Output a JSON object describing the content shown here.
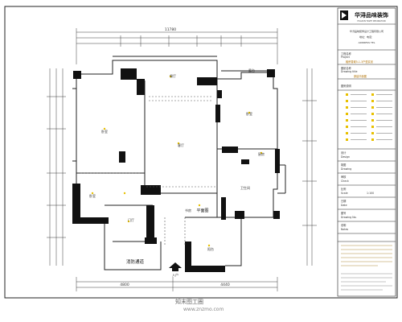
{
  "drawing": {
    "overall_dim": "11780",
    "bottom_dim_left": "4800",
    "bottom_dim_right": "4440",
    "rooms": {
      "dining": "餐厅",
      "living": "客厅",
      "bedroom1": "卧室",
      "bedroom2": "卧室",
      "bedroom3": "卧室",
      "kitchen": "厨房",
      "bath": "卫生间",
      "entry_hall": "门厅",
      "balcony_top": "露台",
      "balcony_bottom": "阳台",
      "study": "书房",
      "fireproof_passage": "消防通道",
      "flat_label": "平面图"
    },
    "entry_label": "入户"
  },
  "titleblock": {
    "logo_text": "华浔品味装饰",
    "logo_sub": "HUAXUN TASTE DECORATION",
    "company_lines": [
      "华浔品味装饰设计工程有限公司",
      "地址：电话：",
      "ADDRESS   TEL"
    ],
    "project_name_label": "工程名称",
    "project_name_en": "Project",
    "project_name_value": "融侨香城5-1-3户型实景",
    "drawing_name_label": "图纸名称",
    "drawing_name_en": "Drawing title",
    "drawing_name_value": "原建平面图",
    "legend_title": "图例说明",
    "designer_label": "设计",
    "designer_en": "Design",
    "drafter_label": "制图",
    "drafter_en": "Drawing",
    "checker_label": "审核",
    "checker_en": "Check",
    "scale_label": "比例",
    "scale_en": "Scale",
    "scale_value": "1:100",
    "date_label": "日期",
    "date_en": "Date",
    "drawing_no_label": "图号",
    "drawing_no_en": "Drawing No.",
    "notes_label": "说明",
    "notes_en": "Notes"
  },
  "watermark": {
    "site_name": "知末图工圈",
    "url": "www.znzmo.com"
  }
}
